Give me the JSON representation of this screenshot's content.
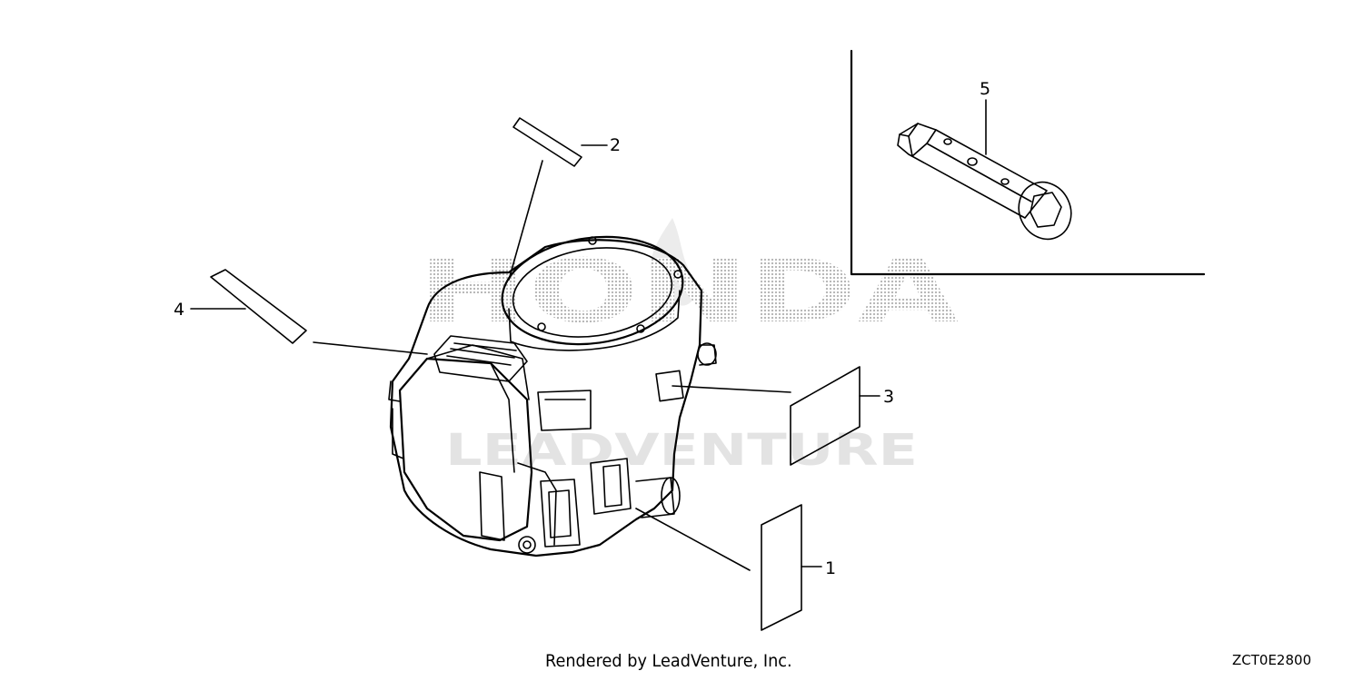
{
  "diagram": {
    "callouts": [
      {
        "id": "1",
        "label": "1"
      },
      {
        "id": "2",
        "label": "2"
      },
      {
        "id": "3",
        "label": "3"
      },
      {
        "id": "4",
        "label": "4"
      },
      {
        "id": "5",
        "label": "5"
      }
    ],
    "watermark": {
      "brand": "HONDA",
      "renderer": "LEADVENTURE"
    }
  },
  "footer": {
    "credit": "Rendered by LeadVenture, Inc.",
    "code": "ZCT0E2800"
  },
  "colors": {
    "line": "#000000",
    "watermark_dots": "#b5b5b5",
    "watermark_text": "#e2e2e2",
    "background": "#ffffff"
  }
}
